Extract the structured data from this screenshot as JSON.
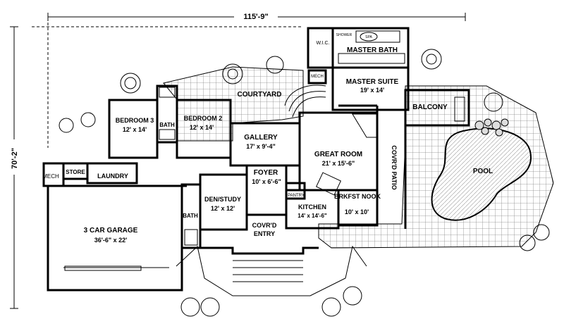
{
  "dimensions": {
    "overall_width": "115'-9\"",
    "overall_depth": "70'-2\""
  },
  "rooms": {
    "wic": "W.I.C.",
    "shower": "SHOWER",
    "spa": "SPA",
    "master_bath": "MASTER BATH",
    "mech_upper": "MECH",
    "master_suite": {
      "name": "MASTER SUITE",
      "size": "19' x 14'"
    },
    "courtyard": "COURTYARD",
    "balcony": "BALCONY",
    "bedroom3": {
      "name": "BEDROOM 3",
      "size": "12' x 14'"
    },
    "bath_upper": "BATH",
    "bedroom2": {
      "name": "BEDROOM 2",
      "size": "12' x 14'"
    },
    "gallery": {
      "name": "GALLERY",
      "size": "17' x 9'-4\""
    },
    "great_room": {
      "name": "GREAT ROOM",
      "size": "21' x 15'-6\""
    },
    "covrd_patio": "COVR'D PATIO",
    "pool": "POOL",
    "mech_lower": "MECH",
    "store": "STORE",
    "laundry": "LAUNDRY",
    "foyer": {
      "name": "FOYER",
      "size": "10' x 6'-6\""
    },
    "den_study": {
      "name": "DEN/STUDY",
      "size": "12' x 12'"
    },
    "pantry": "PANTRY",
    "brkfst_nook": {
      "name": "BRKFST NOOK",
      "size": "10' x 10'"
    },
    "kitchen": {
      "name": "KITCHEN",
      "size": "14' x 14'-6\""
    },
    "bath_lower": "BATH",
    "garage": {
      "name": "3 CAR GARAGE",
      "size": "36'-6\" x 22'"
    },
    "covrd_entry": "COVR'D ENTRY"
  }
}
